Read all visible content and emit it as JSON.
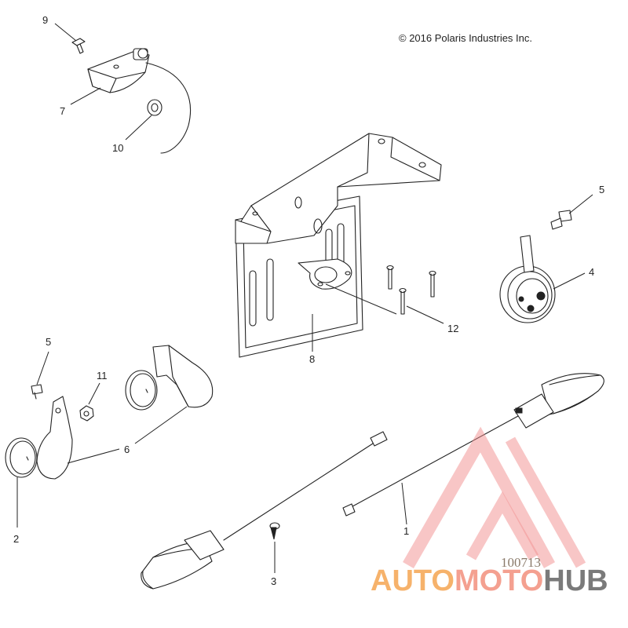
{
  "copyright": "© 2016  Polaris Industries Inc.",
  "diagram_number": "100713",
  "callouts": {
    "c1": "1",
    "c2": "2",
    "c3": "3",
    "c4": "4",
    "c5a": "5",
    "c5b": "5",
    "c6": "6",
    "c7": "7",
    "c8": "8",
    "c9": "9",
    "c10": "10",
    "c11": "11",
    "c12": "12"
  },
  "watermark": {
    "auto": "AUTO",
    "moto": "MOTO",
    "hub": "HUB",
    "colors": {
      "auto": "#f6b26b",
      "moto": "#f4a090",
      "hub": "#7a7a7a",
      "triangle": "#f08a8a"
    }
  }
}
